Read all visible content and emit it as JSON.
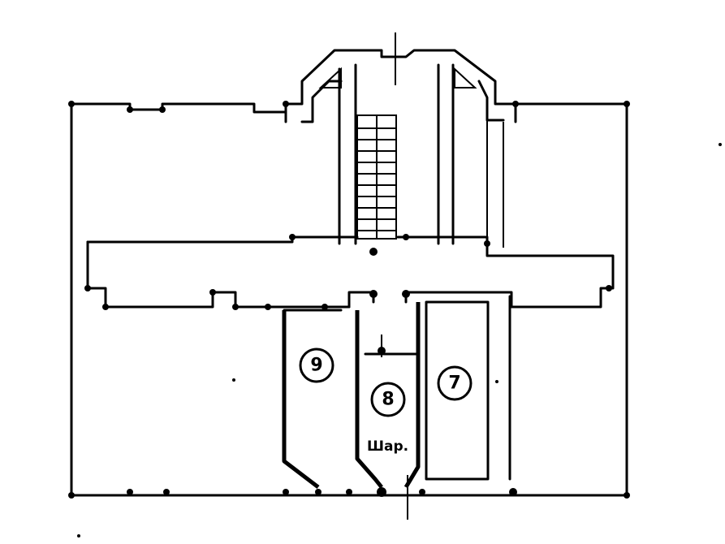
{
  "rooms": {
    "room_left": {
      "label": "9"
    },
    "room_center": {
      "label": "8"
    },
    "room_right": {
      "label": "7"
    }
  },
  "annotations": {
    "abbrev": "Шар."
  }
}
